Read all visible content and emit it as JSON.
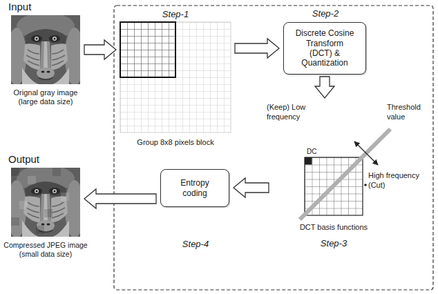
{
  "diagram": {
    "nodes": [
      {
        "text": [
          "Input",
          "Orignal gray image (large data size)"
        ]
      },
      {
        "text": [
          "Step-1",
          "Group 8x8 pixels block"
        ]
      },
      {
        "text": [
          "Step-2",
          "Discrete Cosine Transform (DCT) & Quantization"
        ]
      },
      {
        "text": [
          "DCT basis functions",
          "Step-3"
        ]
      },
      {
        "text": [
          "Entropy coding",
          "Step-4"
        ]
      },
      {
        "text": [
          "Output",
          "Compressed JPEG image (small data size)"
        ]
      }
    ],
    "edges": [
      {
        "from": 0,
        "to": 1,
        "arrow": "to"
      },
      {
        "from": 1,
        "to": 2,
        "arrow": "to"
      },
      {
        "from": 2,
        "to": 3,
        "arrow": "to"
      },
      {
        "from": 3,
        "to": 4,
        "arrow": "to"
      },
      {
        "from": 4,
        "to": 5,
        "arrow": "to"
      }
    ],
    "labels": [
      "(Keep) Low frequency",
      "Threshold value",
      "High frequency (Cut)",
      "DC"
    ]
  }
}
